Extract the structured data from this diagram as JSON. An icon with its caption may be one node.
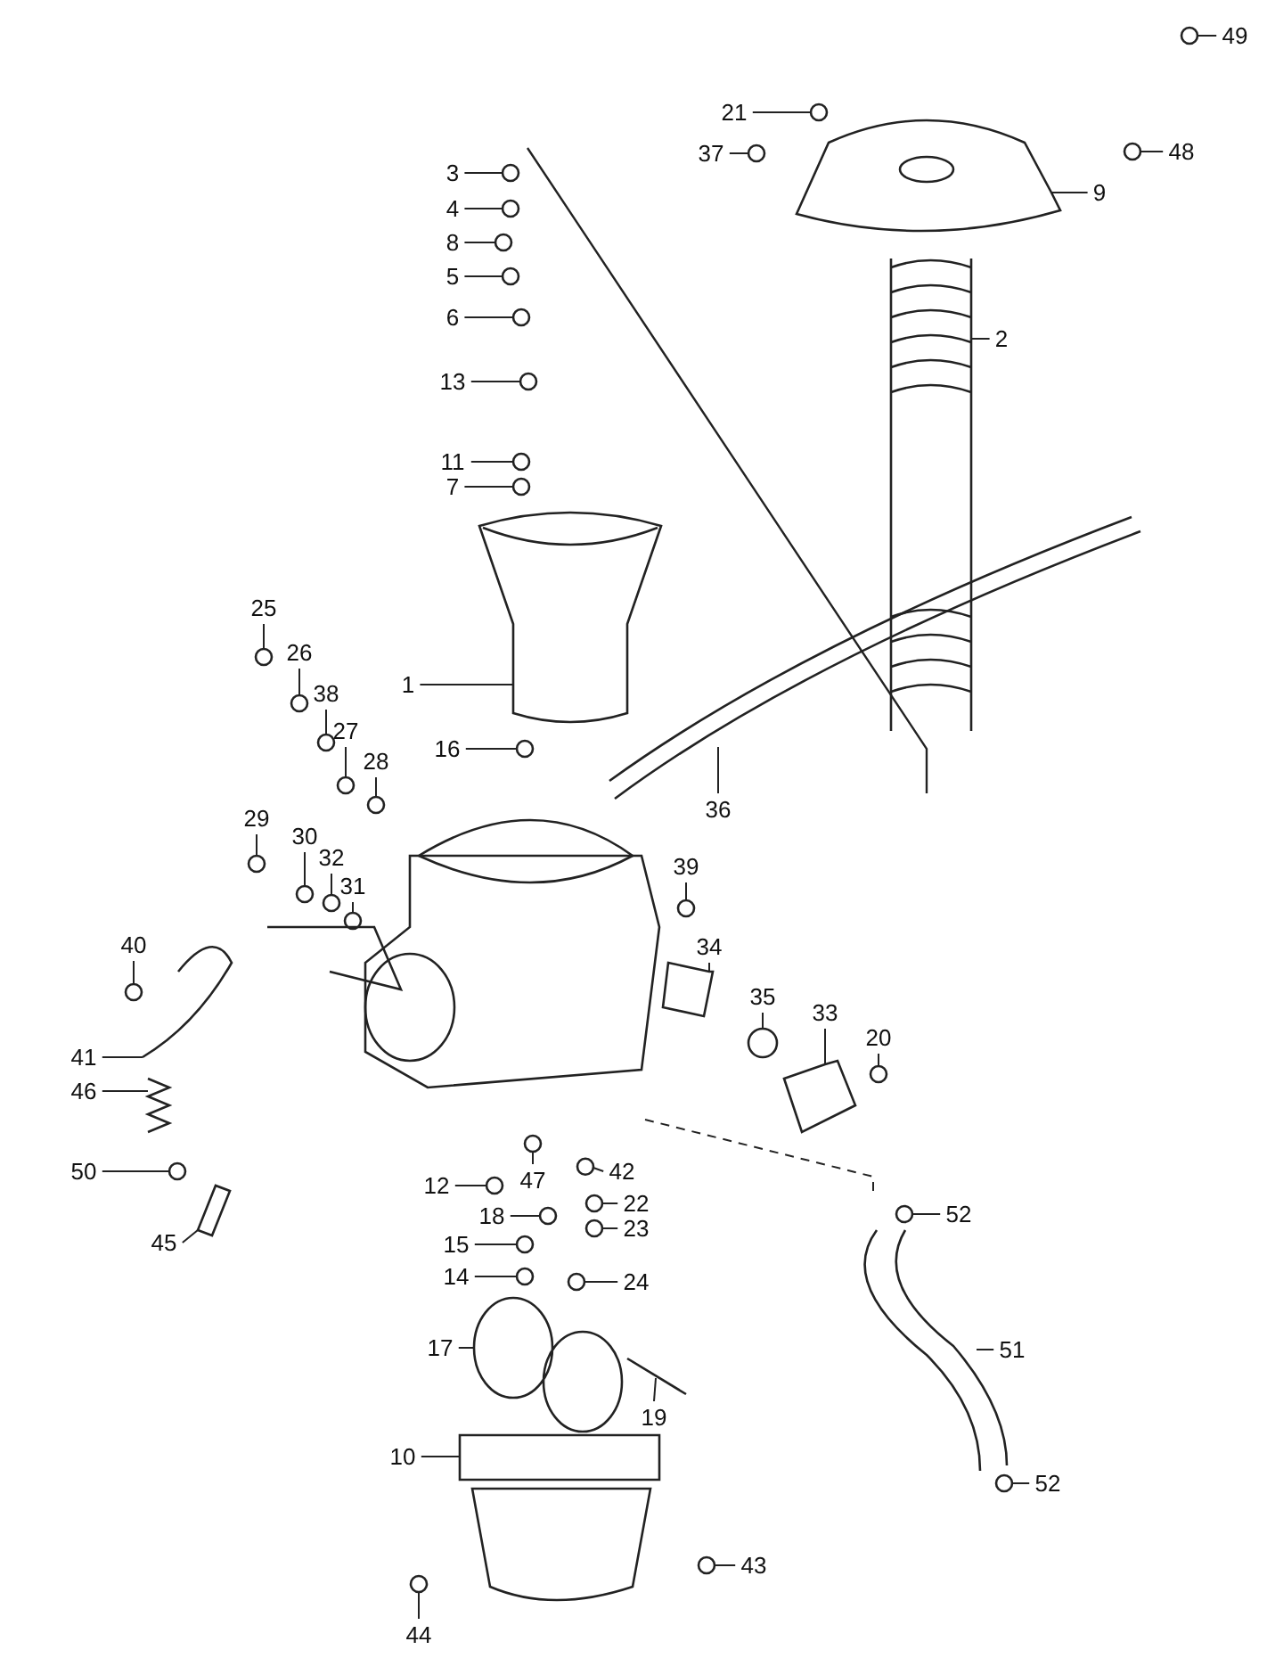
{
  "diagram": {
    "nodes": [
      {
        "text": [
          "49"
        ]
      },
      {
        "text": [
          "21"
        ]
      },
      {
        "text": [
          "48"
        ]
      },
      {
        "text": [
          "37"
        ]
      },
      {
        "text": [
          "3"
        ]
      },
      {
        "text": [
          "9"
        ]
      },
      {
        "text": [
          "4"
        ]
      },
      {
        "text": [
          "8"
        ]
      },
      {
        "text": [
          "5"
        ]
      },
      {
        "text": [
          "6"
        ]
      },
      {
        "text": [
          "2"
        ]
      },
      {
        "text": [
          "13"
        ]
      },
      {
        "text": [
          "11"
        ]
      },
      {
        "text": [
          "7"
        ]
      },
      {
        "text": [
          "25"
        ]
      },
      {
        "text": [
          "26"
        ]
      },
      {
        "text": [
          "1"
        ]
      },
      {
        "text": [
          "38"
        ]
      },
      {
        "text": [
          "27"
        ]
      },
      {
        "text": [
          "16"
        ]
      },
      {
        "text": [
          "28"
        ]
      },
      {
        "text": [
          "36"
        ]
      },
      {
        "text": [
          "29"
        ]
      },
      {
        "text": [
          "30"
        ]
      },
      {
        "text": [
          "32"
        ]
      },
      {
        "text": [
          "39"
        ]
      },
      {
        "text": [
          "31"
        ]
      },
      {
        "text": [
          "40"
        ]
      },
      {
        "text": [
          "34"
        ]
      },
      {
        "text": [
          "35"
        ]
      },
      {
        "text": [
          "33"
        ]
      },
      {
        "text": [
          "20"
        ]
      },
      {
        "text": [
          "41"
        ]
      },
      {
        "text": [
          "46"
        ]
      },
      {
        "text": [
          "47"
        ]
      },
      {
        "text": [
          "50"
        ]
      },
      {
        "text": [
          "42"
        ]
      },
      {
        "text": [
          "12"
        ]
      },
      {
        "text": [
          "22"
        ]
      },
      {
        "text": [
          "52"
        ]
      },
      {
        "text": [
          "18"
        ]
      },
      {
        "text": [
          "23"
        ]
      },
      {
        "text": [
          "45"
        ]
      },
      {
        "text": [
          "15"
        ]
      },
      {
        "text": [
          "14"
        ]
      },
      {
        "text": [
          "24"
        ]
      },
      {
        "text": [
          "17"
        ]
      },
      {
        "text": [
          "51"
        ]
      },
      {
        "text": [
          "19"
        ]
      },
      {
        "text": [
          "10"
        ]
      },
      {
        "text": [
          "52"
        ]
      },
      {
        "text": [
          "43"
        ]
      },
      {
        "text": [
          "44"
        ]
      },
      {
        "text": [],
        "shape": "circle"
      },
      {
        "text": [],
        "shape": "circle"
      },
      {
        "text": [],
        "shape": "circle"
      },
      {
        "text": [],
        "shape": "circle"
      },
      {
        "text": [],
        "shape": "circle"
      },
      {
        "text": [],
        "shape": "picture"
      },
      {
        "text": [],
        "shape": "circle"
      },
      {
        "text": [],
        "shape": "circle"
      },
      {
        "text": [],
        "shape": "circle"
      },
      {
        "text": [],
        "shape": "circle"
      },
      {
        "text": [],
        "shape": "picture"
      },
      {
        "text": [],
        "shape": "circle"
      },
      {
        "text": [],
        "shape": "circle"
      },
      {
        "text": [],
        "shape": "circle"
      },
      {
        "text": [],
        "shape": "circle"
      },
      {
        "text": [],
        "shape": "circle"
      },
      {
        "text": [],
        "shape": "picture"
      },
      {
        "text": [],
        "shape": "circle"
      },
      {
        "text": [],
        "shape": "circle"
      },
      {
        "text": [],
        "shape": "circle"
      },
      {
        "text": [],
        "shape": "circle"
      },
      {
        "text": [],
        "shape": "picture"
      },
      {
        "text": [],
        "shape": "circle"
      },
      {
        "text": [],
        "shape": "circle"
      },
      {
        "text": [],
        "shape": "circle"
      },
      {
        "text": [],
        "shape": "circle"
      },
      {
        "text": [],
        "shape": "circle"
      },
      {
        "text": [],
        "shape": "circle"
      },
      {
        "text": [],
        "shape": "picture"
      },
      {
        "text": [],
        "shape": "picture"
      },
      {
        "text": [],
        "shape": "picture"
      },
      {
        "text": [],
        "shape": "circle"
      },
      {
        "text": [],
        "shape": "picture"
      },
      {
        "text": [],
        "shape": "picture"
      },
      {
        "text": [],
        "shape": "circle"
      },
      {
        "text": [],
        "shape": "circle"
      },
      {
        "text": [],
        "shape": "circle"
      },
      {
        "text": [],
        "shape": "circle"
      },
      {
        "text": [],
        "shape": "circle"
      },
      {
        "text": [],
        "shape": "circle"
      },
      {
        "text": [],
        "shape": "circle"
      },
      {
        "text": [],
        "shape": "circle"
      },
      {
        "text": [],
        "shape": "picture"
      },
      {
        "text": [],
        "shape": "circle"
      },
      {
        "text": [],
        "shape": "circle"
      },
      {
        "text": [],
        "shape": "circle"
      },
      {
        "text": [],
        "shape": "picture"
      },
      {
        "text": [],
        "shape": "picture"
      },
      {
        "text": [],
        "shape": "picture"
      },
      {
        "text": [],
        "shape": "picture"
      },
      {
        "text": [],
        "shape": "circle"
      },
      {
        "text": [],
        "shape": "circle"
      },
      {
        "text": [],
        "shape": "circle"
      }
    ],
    "edges": [
      {
        "from": 0,
        "to": 53,
        "arrow": "none"
      },
      {
        "from": 1,
        "to": 54,
        "arrow": "none"
      },
      {
        "from": 2,
        "to": 55,
        "arrow": "none"
      },
      {
        "from": 3,
        "to": 56,
        "arrow": "none"
      },
      {
        "from": 4,
        "to": 57,
        "arrow": "none"
      },
      {
        "from": 5,
        "to": 58,
        "arrow": "none"
      },
      {
        "from": 6,
        "to": 59,
        "arrow": "none"
      },
      {
        "from": 7,
        "to": 60,
        "arrow": "none"
      },
      {
        "from": 8,
        "to": 61,
        "arrow": "none"
      },
      {
        "from": 9,
        "to": 62,
        "arrow": "none"
      },
      {
        "from": 10,
        "to": 63,
        "arrow": "none"
      },
      {
        "from": 11,
        "to": 64,
        "arrow": "none"
      },
      {
        "from": 12,
        "to": 65,
        "arrow": "none"
      },
      {
        "from": 13,
        "to": 66,
        "arrow": "none"
      },
      {
        "from": 14,
        "to": 67,
        "arrow": "none"
      },
      {
        "from": 15,
        "to": 68,
        "arrow": "none"
      },
      {
        "from": 16,
        "to": 69,
        "arrow": "none"
      },
      {
        "from": 17,
        "to": 70,
        "arrow": "none"
      },
      {
        "from": 18,
        "to": 71,
        "arrow": "none"
      },
      {
        "from": 19,
        "to": 72,
        "arrow": "none"
      },
      {
        "from": 20,
        "to": 73,
        "arrow": "none"
      },
      {
        "from": 21,
        "to": 74,
        "arrow": "none"
      },
      {
        "from": 22,
        "to": 75,
        "arrow": "none"
      },
      {
        "from": 23,
        "to": 76,
        "arrow": "none"
      },
      {
        "from": 24,
        "to": 77,
        "arrow": "none"
      },
      {
        "from": 25,
        "to": 78,
        "arrow": "none"
      },
      {
        "from": 26,
        "to": 79,
        "arrow": "none"
      },
      {
        "from": 27,
        "to": 80,
        "arrow": "none"
      },
      {
        "from": 28,
        "to": 81,
        "arrow": "none"
      },
      {
        "from": 29,
        "to": 82,
        "arrow": "none"
      },
      {
        "from": 30,
        "to": 83,
        "arrow": "none"
      },
      {
        "from": 31,
        "to": 84,
        "arrow": "none"
      },
      {
        "from": 32,
        "to": 85,
        "arrow": "none"
      },
      {
        "from": 33,
        "to": 86,
        "arrow": "none"
      },
      {
        "from": 34,
        "to": 87,
        "arrow": "none"
      },
      {
        "from": 35,
        "to": 88,
        "arrow": "none"
      },
      {
        "from": 36,
        "to": 89,
        "arrow": "none"
      },
      {
        "from": 37,
        "to": 90,
        "arrow": "none"
      },
      {
        "from": 38,
        "to": 91,
        "arrow": "none"
      },
      {
        "from": 39,
        "to": 92,
        "arrow": "none"
      },
      {
        "from": 40,
        "to": 93,
        "arrow": "none"
      },
      {
        "from": 41,
        "to": 94,
        "arrow": "none"
      },
      {
        "from": 42,
        "to": 95,
        "arrow": "none"
      },
      {
        "from": 43,
        "to": 96,
        "arrow": "none"
      },
      {
        "from": 44,
        "to": 97,
        "arrow": "none"
      },
      {
        "from": 45,
        "to": 98,
        "arrow": "none"
      },
      {
        "from": 46,
        "to": 99,
        "arrow": "none"
      },
      {
        "from": 47,
        "to": 100,
        "arrow": "none"
      },
      {
        "from": 48,
        "to": 101,
        "arrow": "none"
      },
      {
        "from": 49,
        "to": 102,
        "arrow": "none"
      },
      {
        "from": 50,
        "to": 103,
        "arrow": "none"
      },
      {
        "from": 51,
        "to": 104,
        "arrow": "none"
      },
      {
        "from": 52,
        "to": 105,
        "arrow": "none"
      }
    ]
  }
}
